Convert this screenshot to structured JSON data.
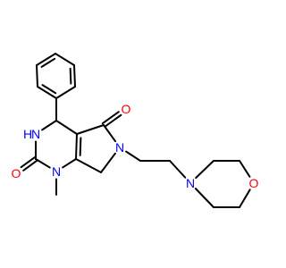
{
  "molecule": {
    "atoms": [
      {
        "id": "ph_top",
        "symbol": "C"
      },
      {
        "id": "ph_tr",
        "symbol": "C"
      },
      {
        "id": "ph_br",
        "symbol": "C"
      },
      {
        "id": "ph_bot",
        "symbol": "C"
      },
      {
        "id": "ph_bl",
        "symbol": "C"
      },
      {
        "id": "ph_tl",
        "symbol": "C"
      },
      {
        "id": "c4",
        "symbol": "C"
      },
      {
        "id": "n3",
        "symbol": "N",
        "label": "N"
      },
      {
        "id": "h3",
        "symbol": "H",
        "label": "H"
      },
      {
        "id": "c2",
        "symbol": "C"
      },
      {
        "id": "o2",
        "symbol": "O",
        "label": "O"
      },
      {
        "id": "n1",
        "symbol": "N",
        "label": "N"
      },
      {
        "id": "me",
        "symbol": "C"
      },
      {
        "id": "c7a",
        "symbol": "C"
      },
      {
        "id": "c4a",
        "symbol": "C"
      },
      {
        "id": "c5",
        "symbol": "C"
      },
      {
        "id": "o5",
        "symbol": "O",
        "label": "O"
      },
      {
        "id": "n6",
        "symbol": "N",
        "label": "N"
      },
      {
        "id": "c7",
        "symbol": "C"
      },
      {
        "id": "ch2a",
        "symbol": "C"
      },
      {
        "id": "ch2b",
        "symbol": "C"
      },
      {
        "id": "nm",
        "symbol": "N",
        "label": "N"
      },
      {
        "id": "m_c1",
        "symbol": "C"
      },
      {
        "id": "m_c2",
        "symbol": "C"
      },
      {
        "id": "om",
        "symbol": "O",
        "label": "O"
      },
      {
        "id": "m_c3",
        "symbol": "C"
      },
      {
        "id": "m_c4",
        "symbol": "C"
      }
    ],
    "bonds": [
      {
        "a": "ph_top",
        "b": "ph_tr",
        "order": 1
      },
      {
        "a": "ph_tr",
        "b": "ph_br",
        "order": 2
      },
      {
        "a": "ph_br",
        "b": "ph_bot",
        "order": 1
      },
      {
        "a": "ph_bot",
        "b": "ph_bl",
        "order": 2
      },
      {
        "a": "ph_bl",
        "b": "ph_tl",
        "order": 1
      },
      {
        "a": "ph_tl",
        "b": "ph_top",
        "order": 2
      },
      {
        "a": "ph_bot",
        "b": "c4",
        "order": 1
      },
      {
        "a": "c4",
        "b": "n3",
        "order": 1
      },
      {
        "a": "n3",
        "b": "c2",
        "order": 1
      },
      {
        "a": "c2",
        "b": "o2",
        "order": 2
      },
      {
        "a": "c2",
        "b": "n1",
        "order": 1
      },
      {
        "a": "n1",
        "b": "me",
        "order": 1
      },
      {
        "a": "n1",
        "b": "c7a",
        "order": 1
      },
      {
        "a": "c7a",
        "b": "c4a",
        "order": 2
      },
      {
        "a": "c4a",
        "b": "c4",
        "order": 1
      },
      {
        "a": "c4a",
        "b": "c5",
        "order": 1
      },
      {
        "a": "c5",
        "b": "o5",
        "order": 2
      },
      {
        "a": "c5",
        "b": "n6",
        "order": 1
      },
      {
        "a": "n6",
        "b": "c7",
        "order": 1
      },
      {
        "a": "c7",
        "b": "c7a",
        "order": 1
      },
      {
        "a": "n6",
        "b": "ch2a",
        "order": 1
      },
      {
        "a": "ch2a",
        "b": "ch2b",
        "order": 1
      },
      {
        "a": "ch2b",
        "b": "nm",
        "order": 1
      },
      {
        "a": "nm",
        "b": "m_c1",
        "order": 1
      },
      {
        "a": "m_c1",
        "b": "m_c2",
        "order": 1
      },
      {
        "a": "m_c2",
        "b": "om",
        "order": 1
      },
      {
        "a": "om",
        "b": "m_c3",
        "order": 1
      },
      {
        "a": "m_c3",
        "b": "m_c4",
        "order": 1
      },
      {
        "a": "m_c4",
        "b": "nm",
        "order": 1
      }
    ]
  },
  "colors": {
    "bond": "#000000",
    "N": "#0000ff",
    "O": "#ff0000",
    "H": "#0000ff"
  }
}
